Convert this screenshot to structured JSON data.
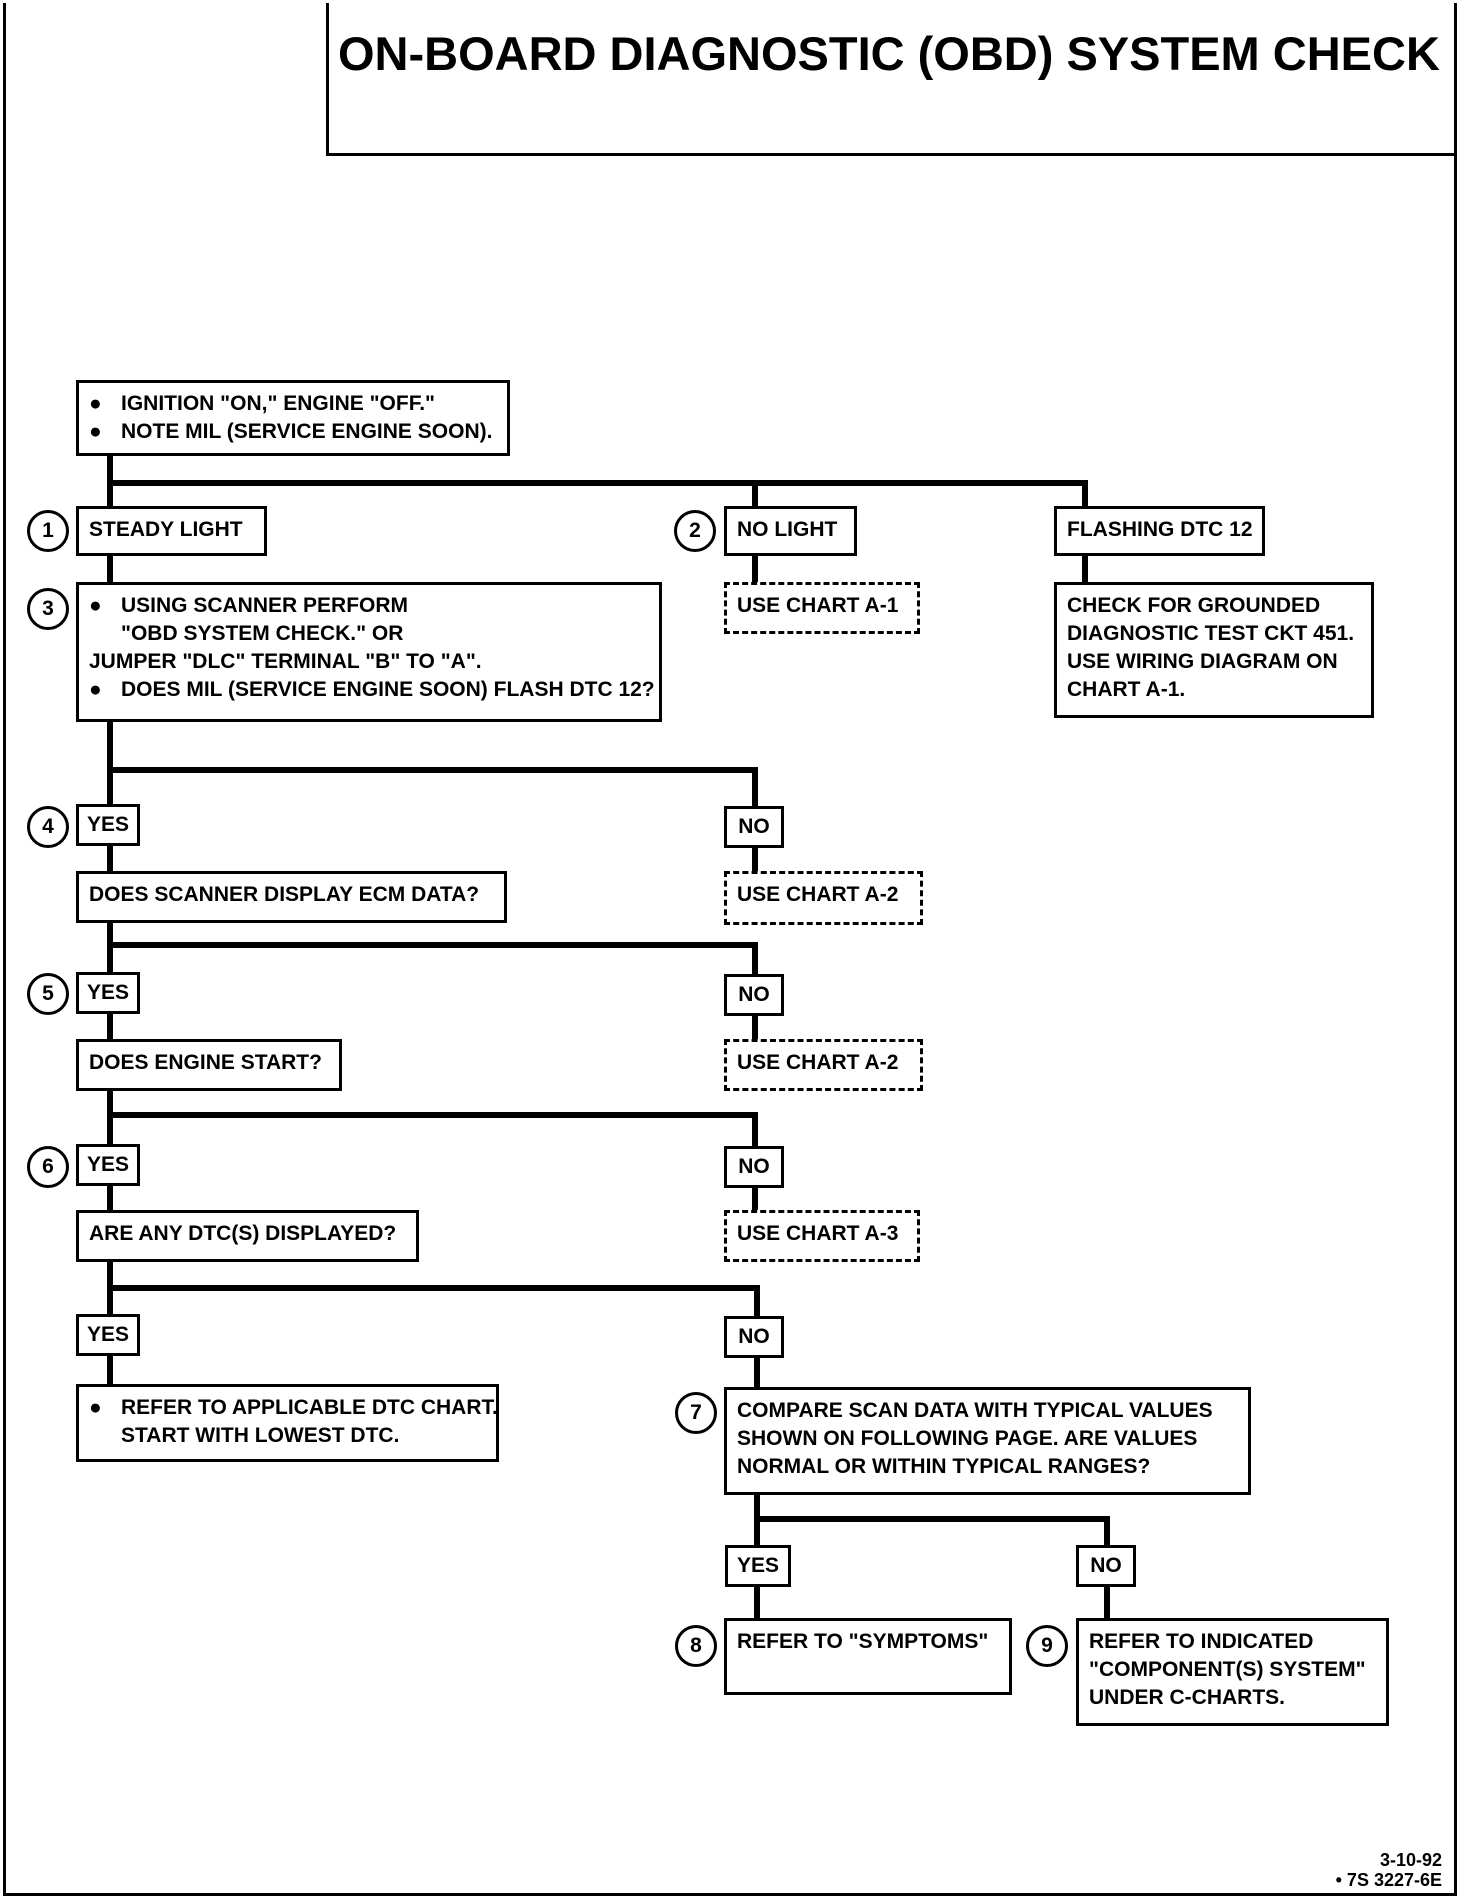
{
  "title": "ON-BOARD DIAGNOSTIC (OBD) SYSTEM CHECK",
  "start": {
    "lines": [
      "IGNITION \"ON,\" ENGINE  \"OFF.\"",
      "NOTE MIL (SERVICE ENGINE SOON)."
    ]
  },
  "step_numbers": [
    "1",
    "2",
    "3",
    "4",
    "5",
    "6",
    "7",
    "8",
    "9"
  ],
  "steady_light": "STEADY LIGHT",
  "no_light": "NO LIGHT",
  "flashing": "FLASHING DTC 12",
  "use_chart_a1": "USE CHART A-1",
  "check_grounded": {
    "lines": [
      "CHECK FOR GROUNDED",
      "DIAGNOSTIC TEST CKT 451.",
      "USE WIRING DIAGRAM ON",
      "CHART A-1."
    ]
  },
  "scanner_step": {
    "lines": [
      "USING SCANNER   PERFORM",
      "\"OBD SYSTEM CHECK.\"  OR",
      "JUMPER \"DLC\" TERMINAL \"B\" TO \"A\".",
      "DOES MIL (SERVICE ENGINE SOON) FLASH DTC 12?"
    ]
  },
  "yes": "YES",
  "no": "NO",
  "q_ecm_data": "DOES SCANNER DISPLAY ECM DATA?",
  "use_chart_a2": "USE CHART A-2",
  "q_engine_start": "DOES ENGINE START?",
  "q_dtc_displayed": "ARE ANY DTC(S) DISPLAYED?",
  "use_chart_a3": "USE CHART A-3",
  "refer_dtc": {
    "lines": [
      "REFER TO APPLICABLE DTC CHART.",
      "START WITH LOWEST DTC."
    ]
  },
  "compare_scan": {
    "lines": [
      "COMPARE  SCAN  DATA WITH TYPICAL VALUES",
      "SHOWN ON FOLLOWING PAGE.  ARE VALUES",
      "NORMAL OR WITHIN TYPICAL RANGES?"
    ]
  },
  "refer_symptoms": "REFER TO \"SYMPTOMS\"",
  "refer_component": {
    "lines": [
      "REFER TO INDICATED",
      "\"COMPONENT(S) SYSTEM\"",
      "UNDER C-CHARTS."
    ]
  },
  "footer": {
    "date": "3-10-92",
    "code": "• 7S 3227-6E"
  }
}
